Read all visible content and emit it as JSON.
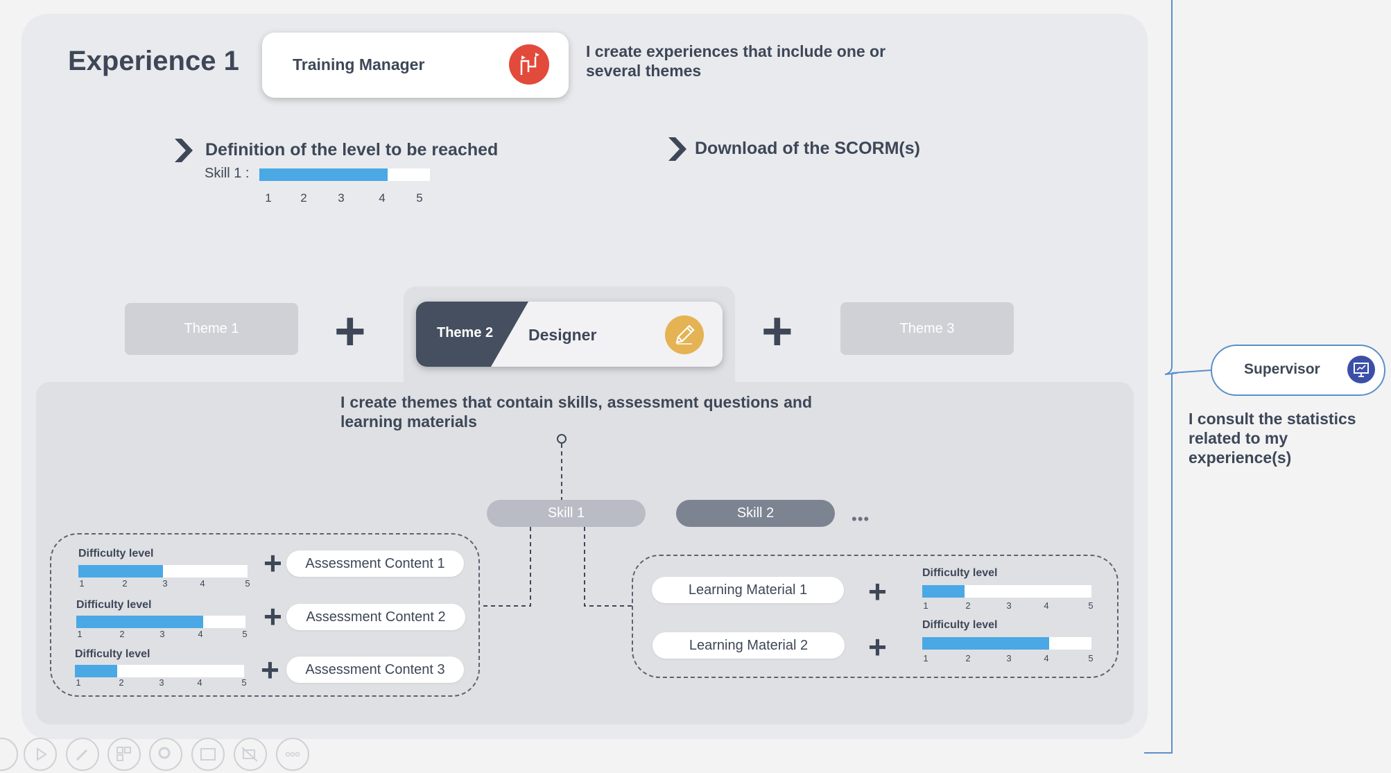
{
  "experience": {
    "title": "Experience 1",
    "role": "Training Manager",
    "role_icon": "flag-route-icon",
    "description": "I create experiences that include one or several themes"
  },
  "steps": {
    "level_definition": "Definition of the level to be reached",
    "scorm_download": "Download of the SCORM(s)"
  },
  "skill_level": {
    "label": "Skill 1 :",
    "ticks": [
      "1",
      "2",
      "3",
      "4",
      "5"
    ],
    "value": 4
  },
  "themes": {
    "theme1": "Theme 1",
    "theme2": "Theme 2",
    "theme2_role": "Designer",
    "theme2_icon": "pencil-icon",
    "theme3": "Theme 3",
    "description": "I create themes that contain skills, assessment questions and learning materials"
  },
  "skills": {
    "skill1": "Skill 1",
    "skill2": "Skill 2",
    "more": "•••"
  },
  "difficulty_label": "Difficulty level",
  "difficulty_ticks": [
    "1",
    "2",
    "3",
    "4",
    "5"
  ],
  "assessments": [
    {
      "label": "Assessment Content 1",
      "difficulty": 3
    },
    {
      "label": "Assessment Content 2",
      "difficulty": 4
    },
    {
      "label": "Assessment Content 3",
      "difficulty": 2
    }
  ],
  "materials": [
    {
      "label": "Learning Material 1",
      "difficulty": 2
    },
    {
      "label": "Learning Material 2",
      "difficulty": 4
    }
  ],
  "supervisor": {
    "role": "Supervisor",
    "icon": "presentation-board-icon",
    "description": "I consult the statistics related to my experience(s)"
  },
  "colors": {
    "dark": "#3d4757",
    "accent_blue": "#4aa8e4",
    "training_manager_red": "#e24a3b",
    "designer_gold": "#e5b254",
    "supervisor_blue": "#3c4fa8"
  },
  "toolbar": {
    "icons": [
      "prev-icon",
      "play-icon",
      "pen-icon",
      "grid-icon",
      "zoom-icon",
      "window-icon",
      "camera-off-icon",
      "more-icon"
    ]
  }
}
